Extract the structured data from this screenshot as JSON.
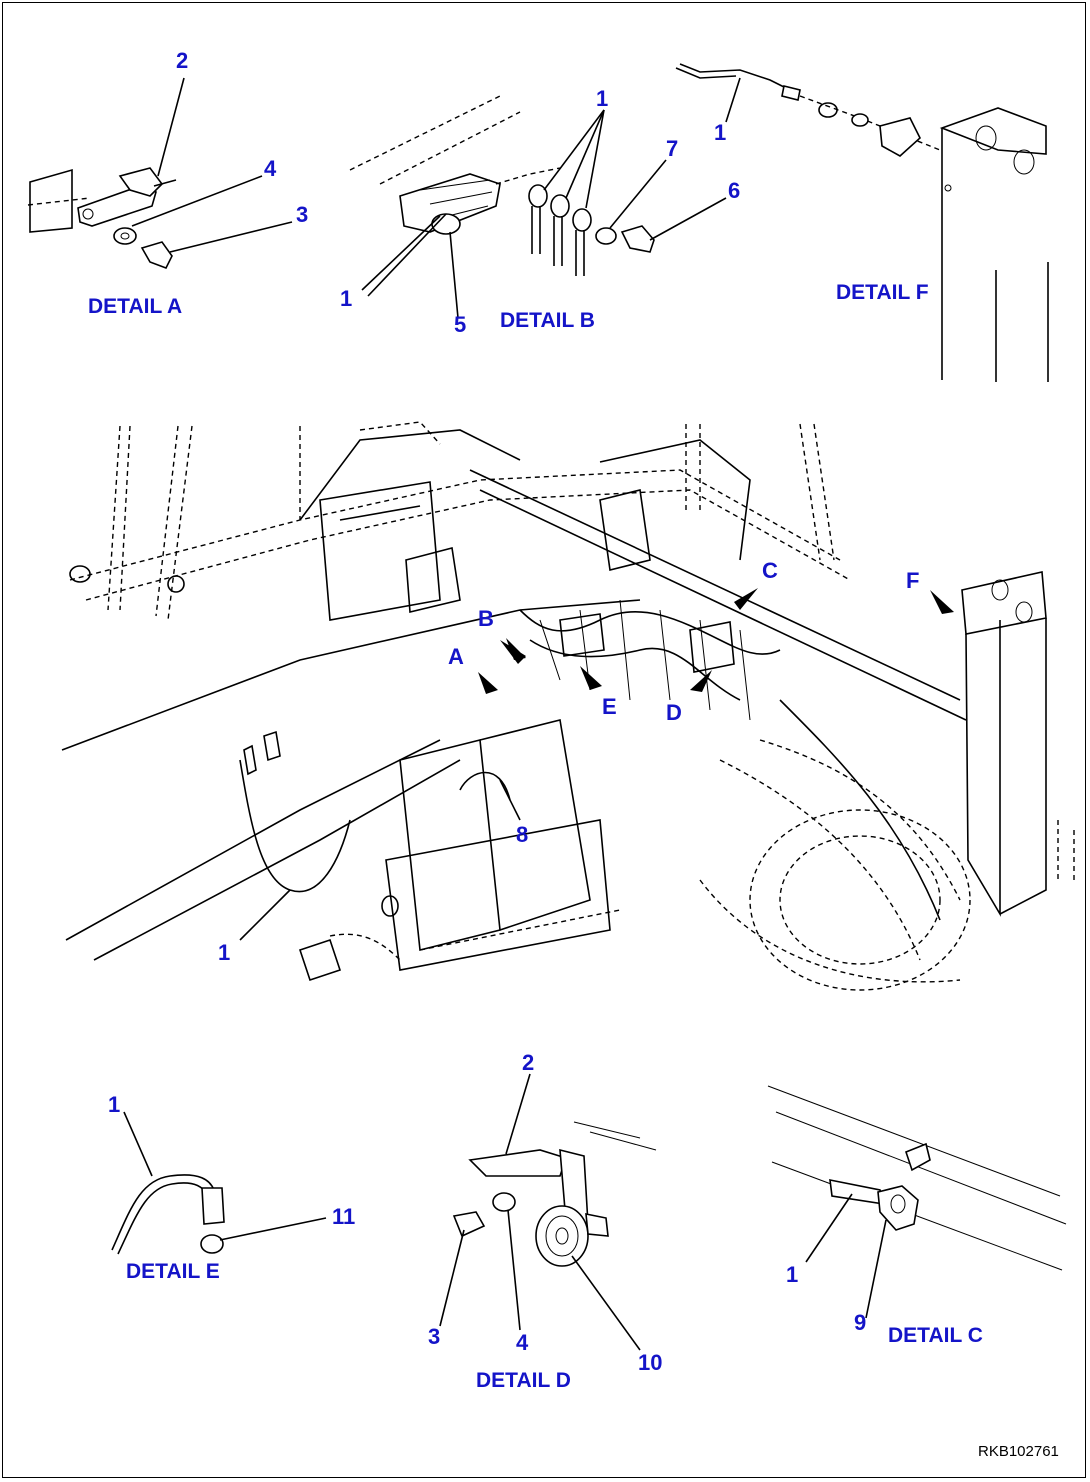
{
  "details": {
    "a": "DETAIL A",
    "b": "DETAIL B",
    "c": "DETAIL C",
    "d": "DETAIL D",
    "e": "DETAIL E",
    "f": "DETAIL F"
  },
  "view_letters": {
    "a": "A",
    "b": "B",
    "c": "C",
    "d": "D",
    "e": "E",
    "f": "F"
  },
  "callouts": {
    "detail_a": [
      "2",
      "4",
      "3"
    ],
    "detail_b": [
      "1",
      "7",
      "6",
      "1",
      "5"
    ],
    "detail_f": [
      "1"
    ],
    "main": [
      "8",
      "1"
    ],
    "detail_e": [
      "1",
      "11"
    ],
    "detail_d": [
      "2",
      "3",
      "4",
      "10"
    ],
    "detail_c": [
      "1",
      "9"
    ]
  },
  "drawing_ref": "RKB102761"
}
